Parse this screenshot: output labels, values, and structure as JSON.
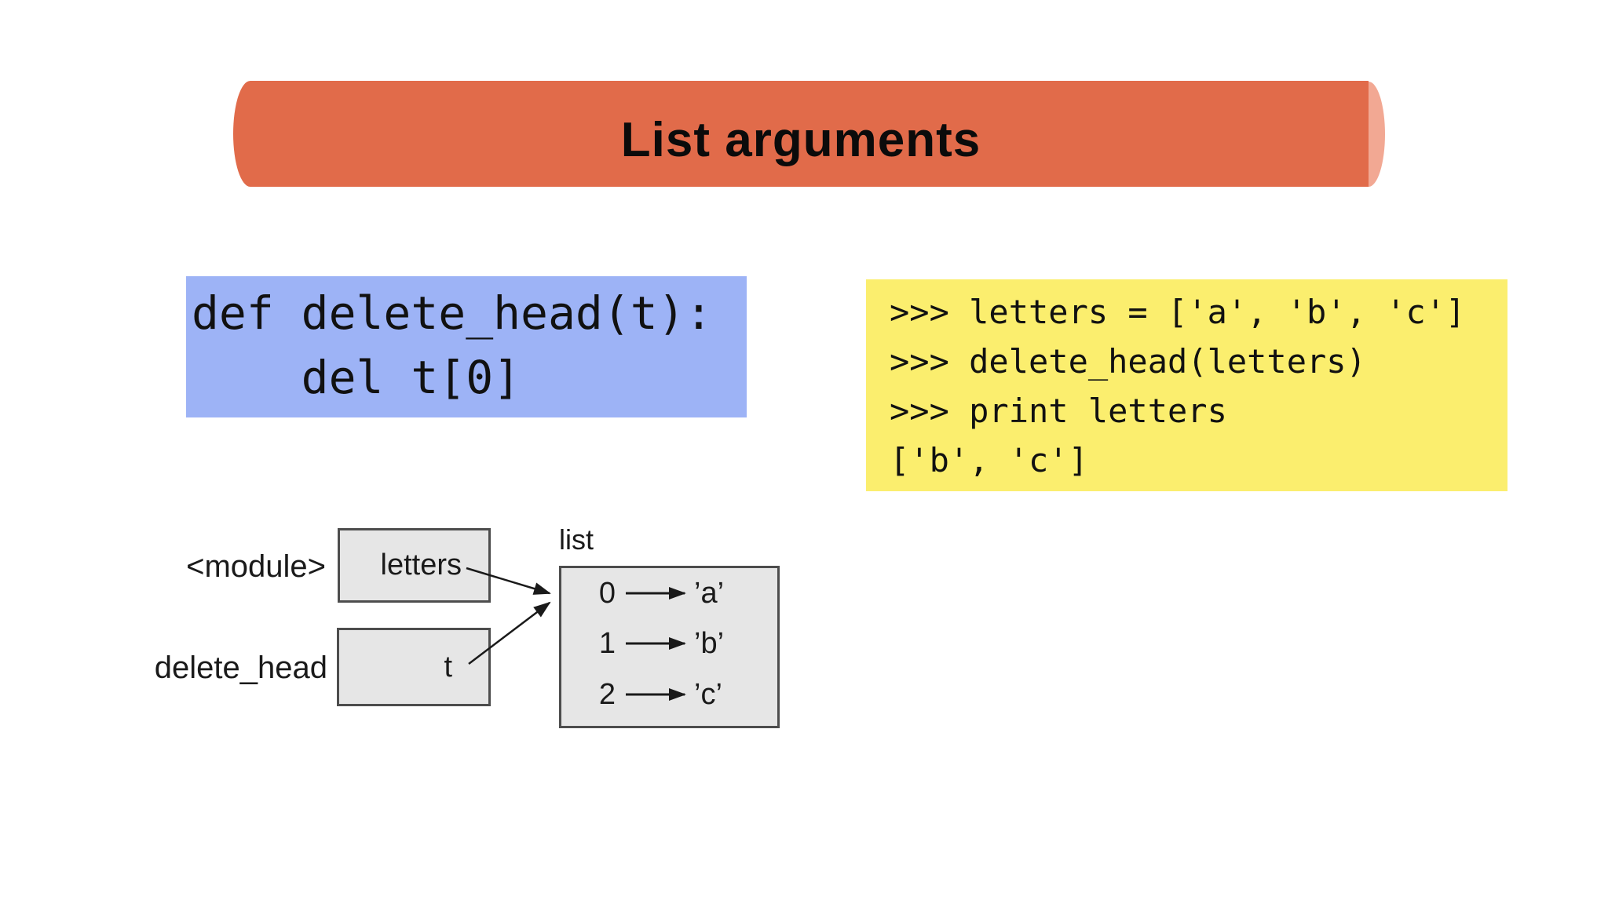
{
  "slide": {
    "title": "List arguments",
    "colors": {
      "banner": "#e16b4a",
      "banner_cap": "#f2a893",
      "code_def_bg": "#9db3f6",
      "code_repl_bg": "#fbee6e",
      "box_fill": "#e6e6e6",
      "box_border": "#4d4d4d"
    }
  },
  "def_code": {
    "lines": [
      "def delete_head(t):",
      "    del t[0]"
    ]
  },
  "repl_code": {
    "lines": [
      ">>> letters = ['a', 'b', 'c']",
      ">>> delete_head(letters)",
      ">>> print letters",
      "['b', 'c']"
    ]
  },
  "diagram": {
    "list_label": "list",
    "frames": [
      {
        "label": "<module>",
        "var": "letters"
      },
      {
        "label": "delete_head",
        "var": "t"
      }
    ],
    "rows": [
      {
        "index": "0",
        "value": "’a’"
      },
      {
        "index": "1",
        "value": "’b’"
      },
      {
        "index": "2",
        "value": "’c’"
      }
    ]
  }
}
